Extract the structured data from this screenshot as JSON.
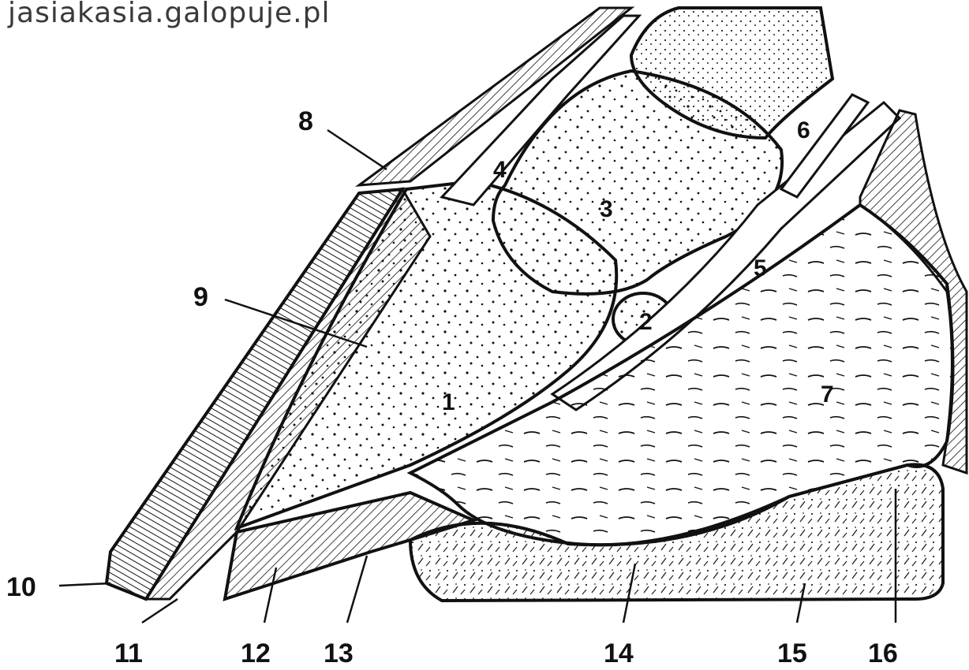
{
  "watermark": "jasiakasia.galopuje.pl",
  "labels": {
    "l1": "1",
    "l2": "2",
    "l3": "3",
    "l4": "4",
    "l5": "5",
    "l6": "6",
    "l7": "7",
    "l8": "8",
    "l9": "9",
    "l10": "10",
    "l11": "11",
    "l12": "12",
    "l13": "13",
    "l14": "14",
    "l15": "15",
    "l16": "16"
  },
  "colors": {
    "ink": "#111111",
    "background": "#ffffff"
  }
}
